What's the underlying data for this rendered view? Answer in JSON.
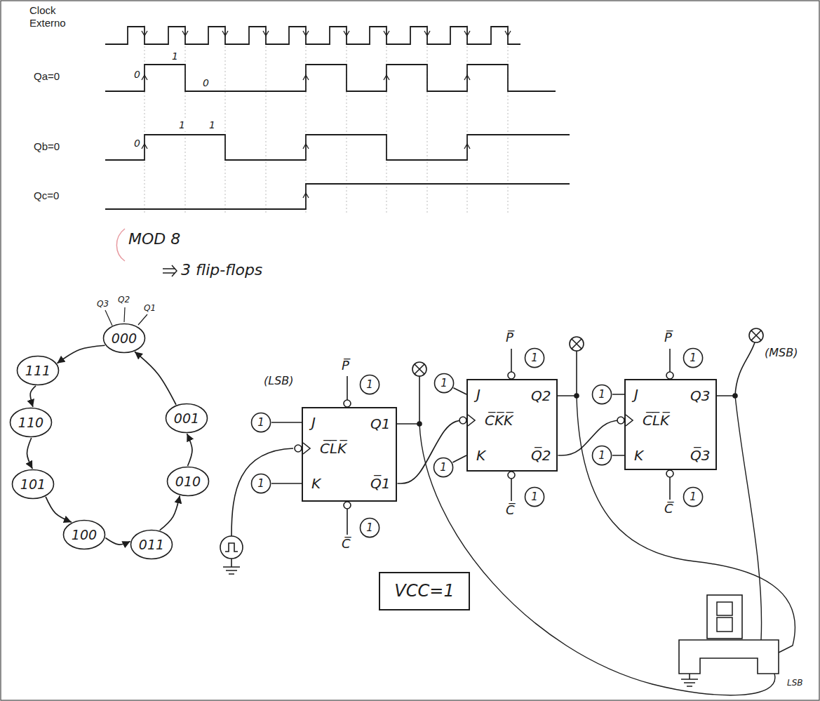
{
  "diagram": {
    "nodes": [
      {
        "text": [
          "000"
        ]
      },
      {
        "text": [
          "111"
        ]
      },
      {
        "text": [
          "110"
        ]
      },
      {
        "text": [
          "101"
        ]
      },
      {
        "text": [
          "100"
        ]
      },
      {
        "text": [
          "011"
        ]
      },
      {
        "text": [
          "010"
        ]
      },
      {
        "text": [
          "001"
        ]
      },
      {
        "text": [
          "J",
          "C̅L̅K̅",
          "K",
          "Q1",
          "Q̅1"
        ]
      },
      {
        "text": [
          "J",
          "C̅K̅K̅",
          "K",
          "Q2",
          "Q̅2"
        ]
      },
      {
        "text": [
          "J",
          "C̅L̅K̅",
          "K",
          "Q3",
          "Q̅3"
        ]
      },
      {
        "text": [
          "1"
        ]
      },
      {
        "text": [
          "1"
        ]
      },
      {
        "text": [
          "1"
        ]
      },
      {
        "text": [
          "1"
        ]
      },
      {
        "text": [
          "1"
        ]
      },
      {
        "text": [
          "1"
        ]
      },
      {
        "text": [
          "1"
        ]
      },
      {
        "text": [
          "1"
        ]
      },
      {
        "text": [
          "1"
        ]
      },
      {
        "text": [
          "1"
        ]
      },
      {
        "text": [
          "1"
        ]
      },
      {
        "text": [
          "1"
        ]
      },
      {
        "text": [
          "VCC=1"
        ]
      }
    ],
    "edges": [
      {
        "from": 0,
        "to": 1,
        "arrow": "to"
      },
      {
        "from": 1,
        "to": 2,
        "arrow": "to"
      },
      {
        "from": 2,
        "to": 3,
        "arrow": "to"
      },
      {
        "from": 3,
        "to": 4,
        "arrow": "to"
      },
      {
        "from": 4,
        "to": 5,
        "arrow": "to"
      },
      {
        "from": 5,
        "to": 6,
        "arrow": "to"
      },
      {
        "from": 6,
        "to": 7,
        "arrow": "to"
      },
      {
        "from": 7,
        "to": 0,
        "arrow": "to"
      },
      {
        "from": 8,
        "to": 9,
        "arrow": "none"
      },
      {
        "from": 9,
        "to": 10,
        "arrow": "none"
      },
      {
        "from": 12,
        "to": 8,
        "arrow": "none"
      },
      {
        "from": 13,
        "to": 8,
        "arrow": "none"
      },
      {
        "from": 16,
        "to": 9,
        "arrow": "none"
      },
      {
        "from": 17,
        "to": 9,
        "arrow": "none"
      },
      {
        "from": 20,
        "to": 10,
        "arrow": "none"
      },
      {
        "from": 21,
        "to": 10,
        "arrow": "none"
      }
    ],
    "labels": [
      "Clock Externo",
      "Qa=0",
      "0",
      "1",
      "0",
      "Qb=0",
      "0",
      "1",
      "1",
      "Qc=0",
      "MOD 8",
      "3 flip-flops",
      "Q3",
      "Q2",
      "Q1",
      "(LSB)",
      "P̅",
      "C̅",
      "P̅",
      "C̅",
      "(MSB)",
      "P̅",
      "C̅",
      "LSB"
    ]
  }
}
